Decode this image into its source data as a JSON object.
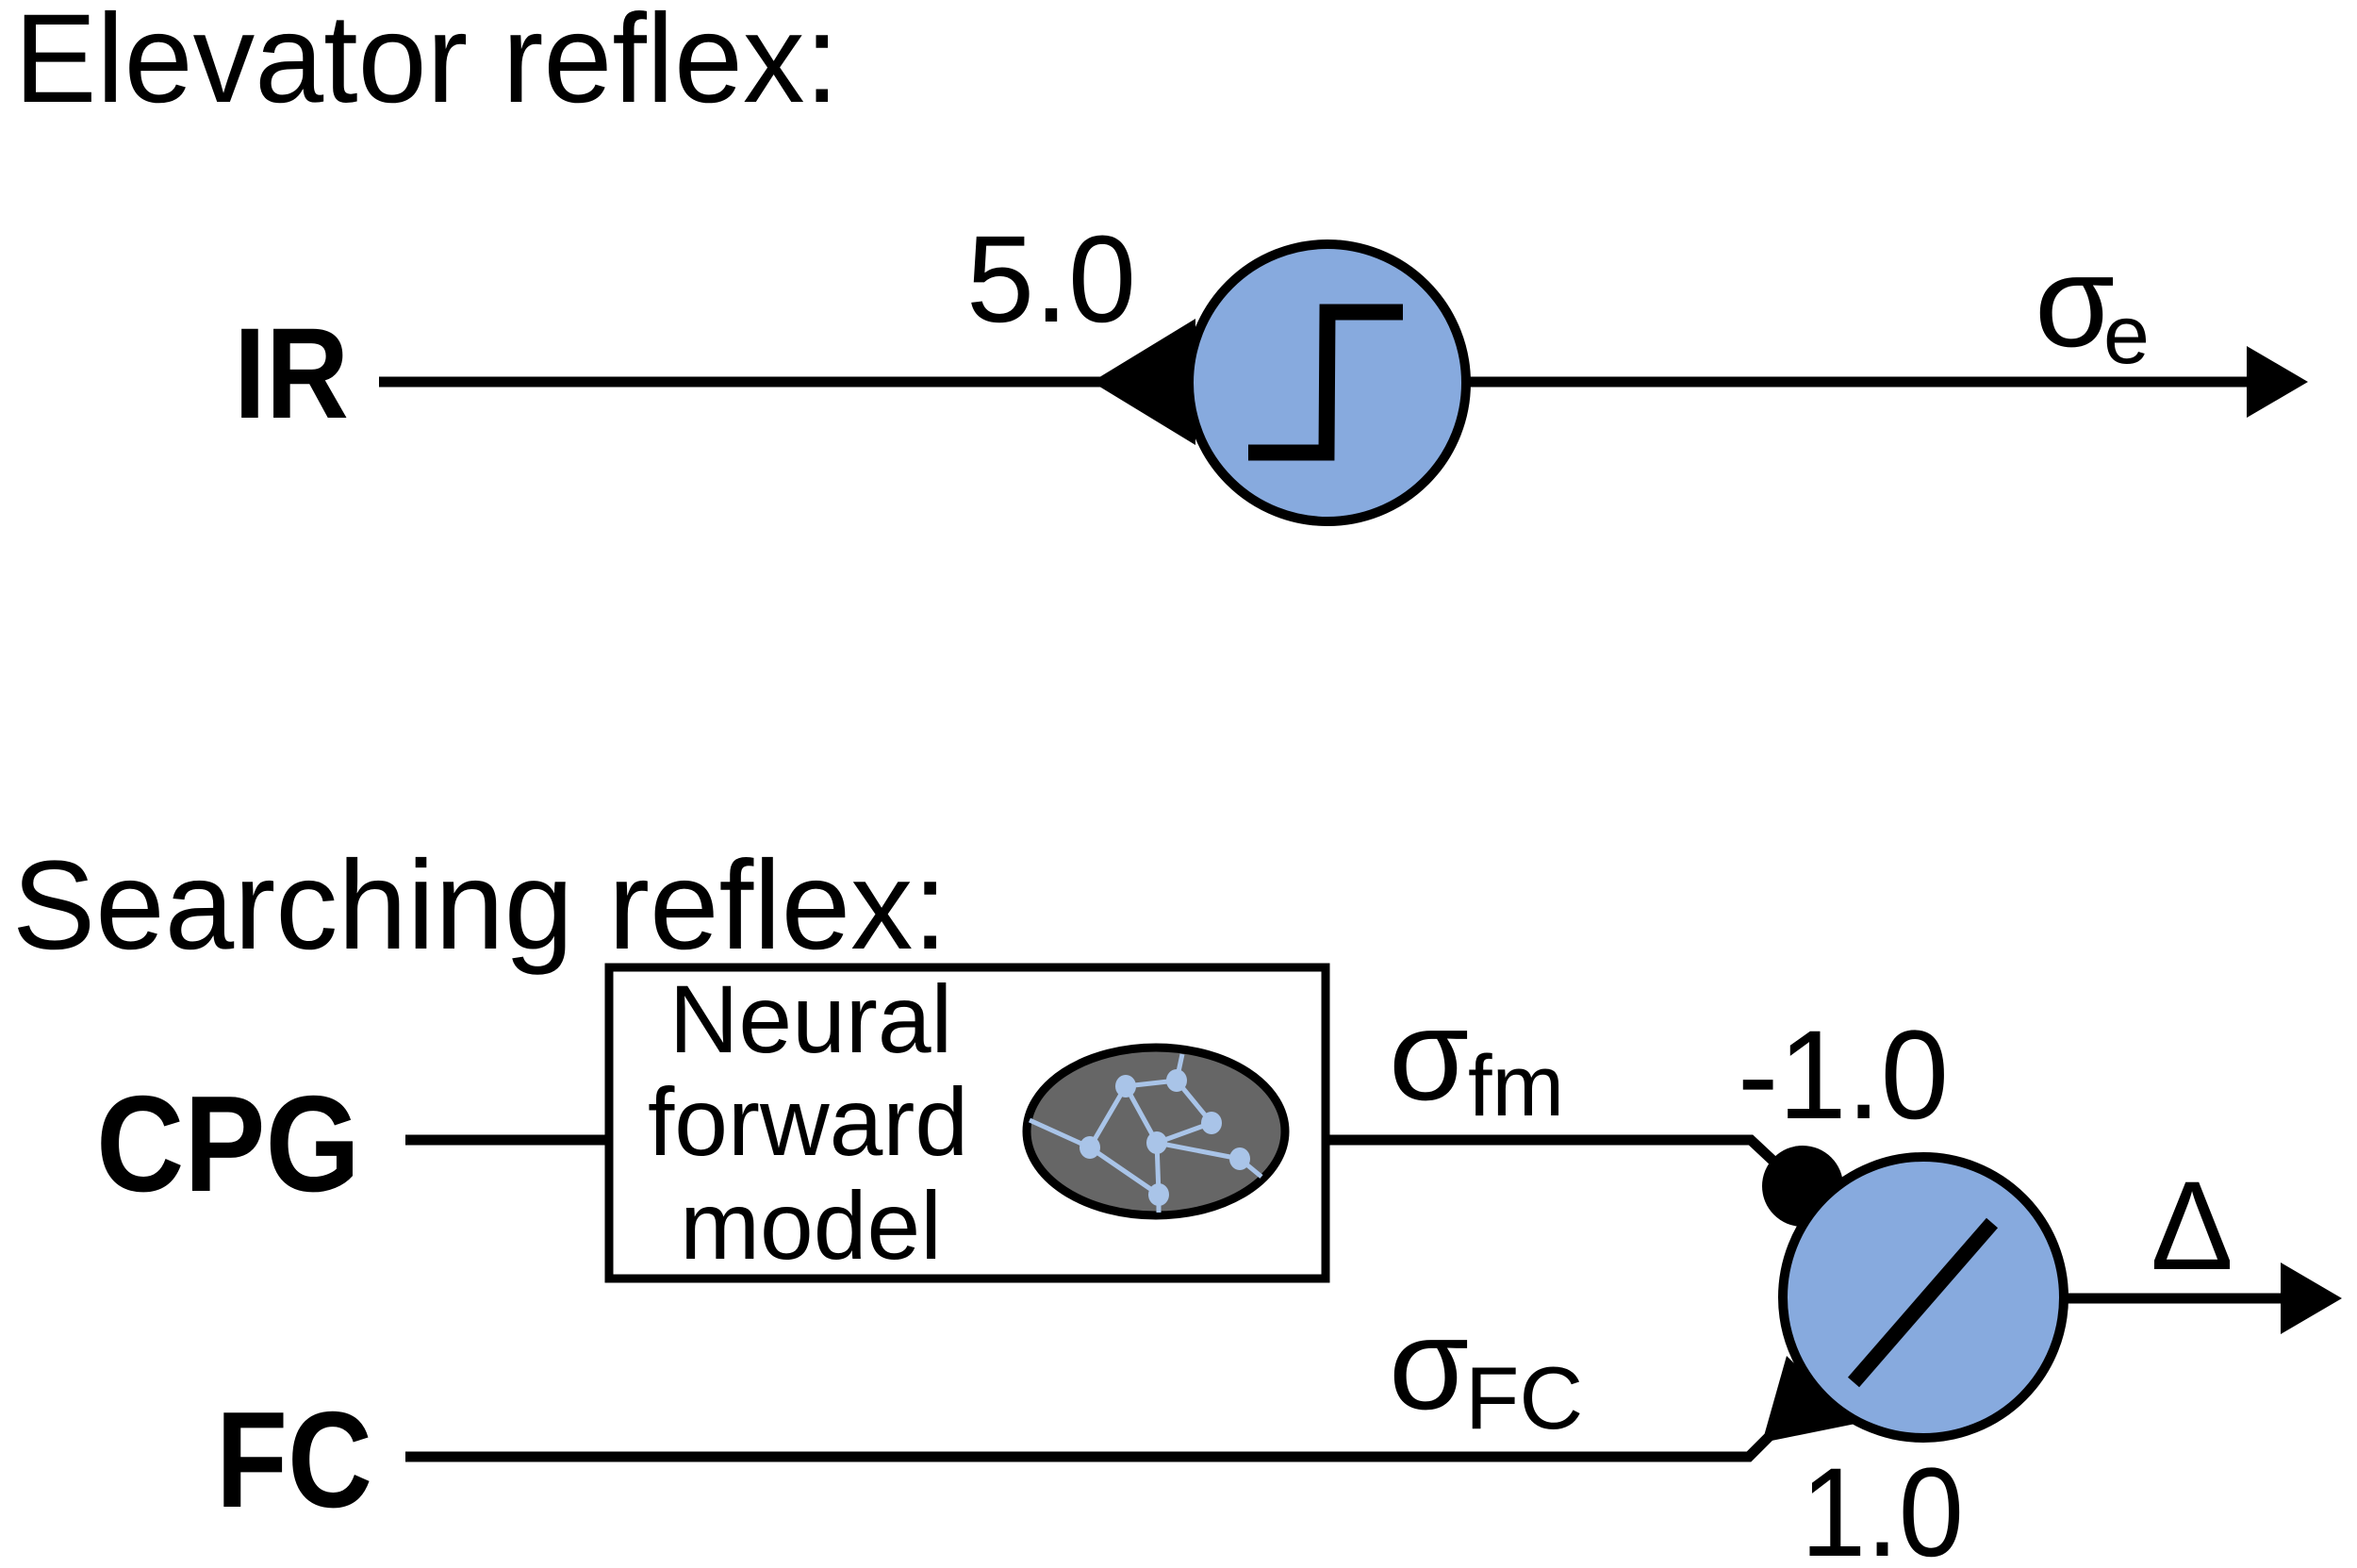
{
  "elevator_reflex": {
    "title": "Elevator reflex:",
    "input_label": "IR",
    "synapse_weight": "5.0",
    "synapse_type": "excitatory",
    "neuron_activation": "step-function",
    "output": {
      "symbol": "σ",
      "subscript": "e"
    }
  },
  "searching_reflex": {
    "title": "Searching reflex:",
    "inputs": [
      {
        "label": "CPG"
      },
      {
        "label": "FC"
      }
    ],
    "forward_model": {
      "lines": [
        "Neural",
        "forward",
        "model"
      ],
      "icon": "neural-network-icon"
    },
    "signals": {
      "fm": {
        "symbol": "σ",
        "subscript": "fm"
      },
      "fc": {
        "symbol": "σ",
        "subscript": "FC"
      }
    },
    "weights": {
      "inhibitory": "-1.0",
      "excitatory": "1.0"
    },
    "neuron_activation": "linear",
    "output_label": "Δ"
  },
  "colors": {
    "neuron_fill": "#87aade",
    "network_fill": "#666666",
    "network_node": "#a9c4e8",
    "stroke": "#000000"
  }
}
